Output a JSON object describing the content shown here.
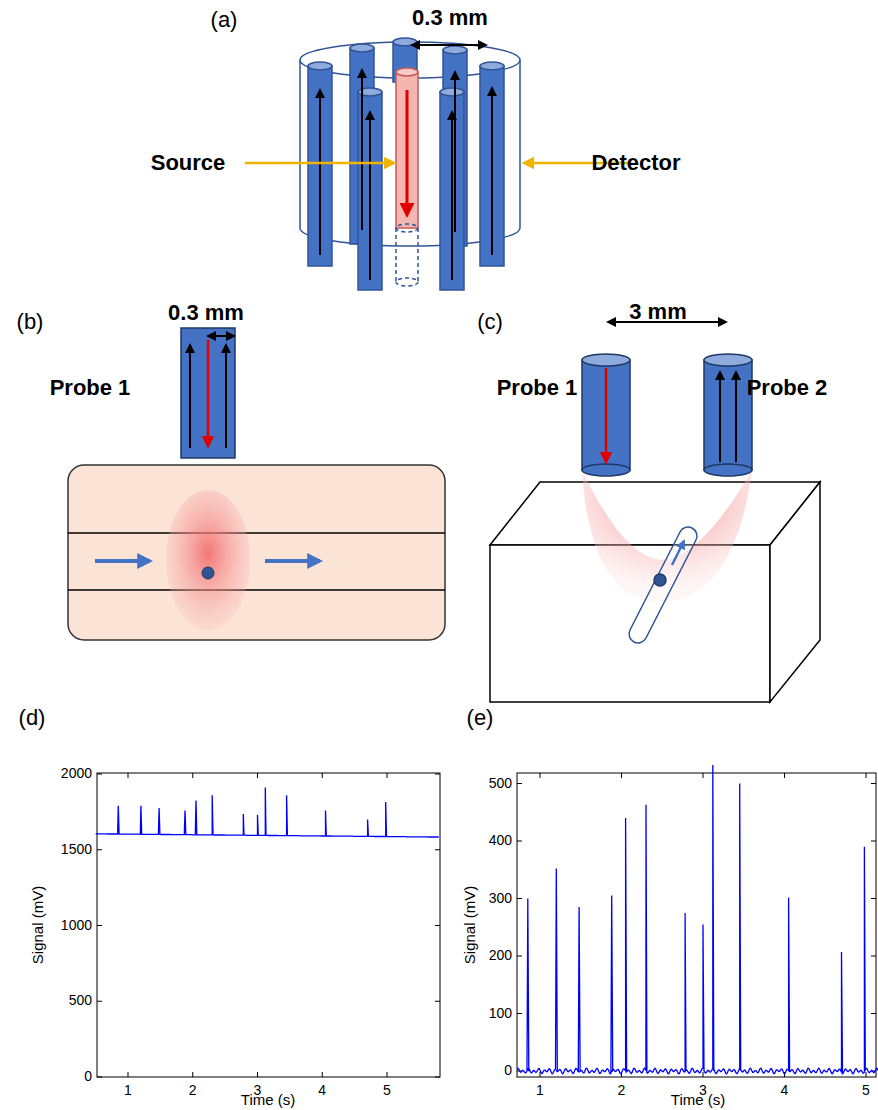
{
  "diagram": {
    "labels": [
      "(a)",
      "0.3 mm",
      "Source",
      "Detector",
      "(b)",
      "0.3 mm",
      "Probe 1",
      "(c)",
      "3 mm",
      "Probe 1",
      "Probe 2",
      "(d)",
      "2000",
      "1500",
      "1000",
      "500",
      "0",
      "1",
      "2",
      "3",
      "4",
      "5",
      "Signal (mV)",
      "Time (s)",
      "(e)",
      "500",
      "400",
      "300",
      "200",
      "100",
      "0",
      "1",
      "2",
      "3",
      "4",
      "5",
      "Signal (mV)",
      "Time (s)"
    ]
  }
}
